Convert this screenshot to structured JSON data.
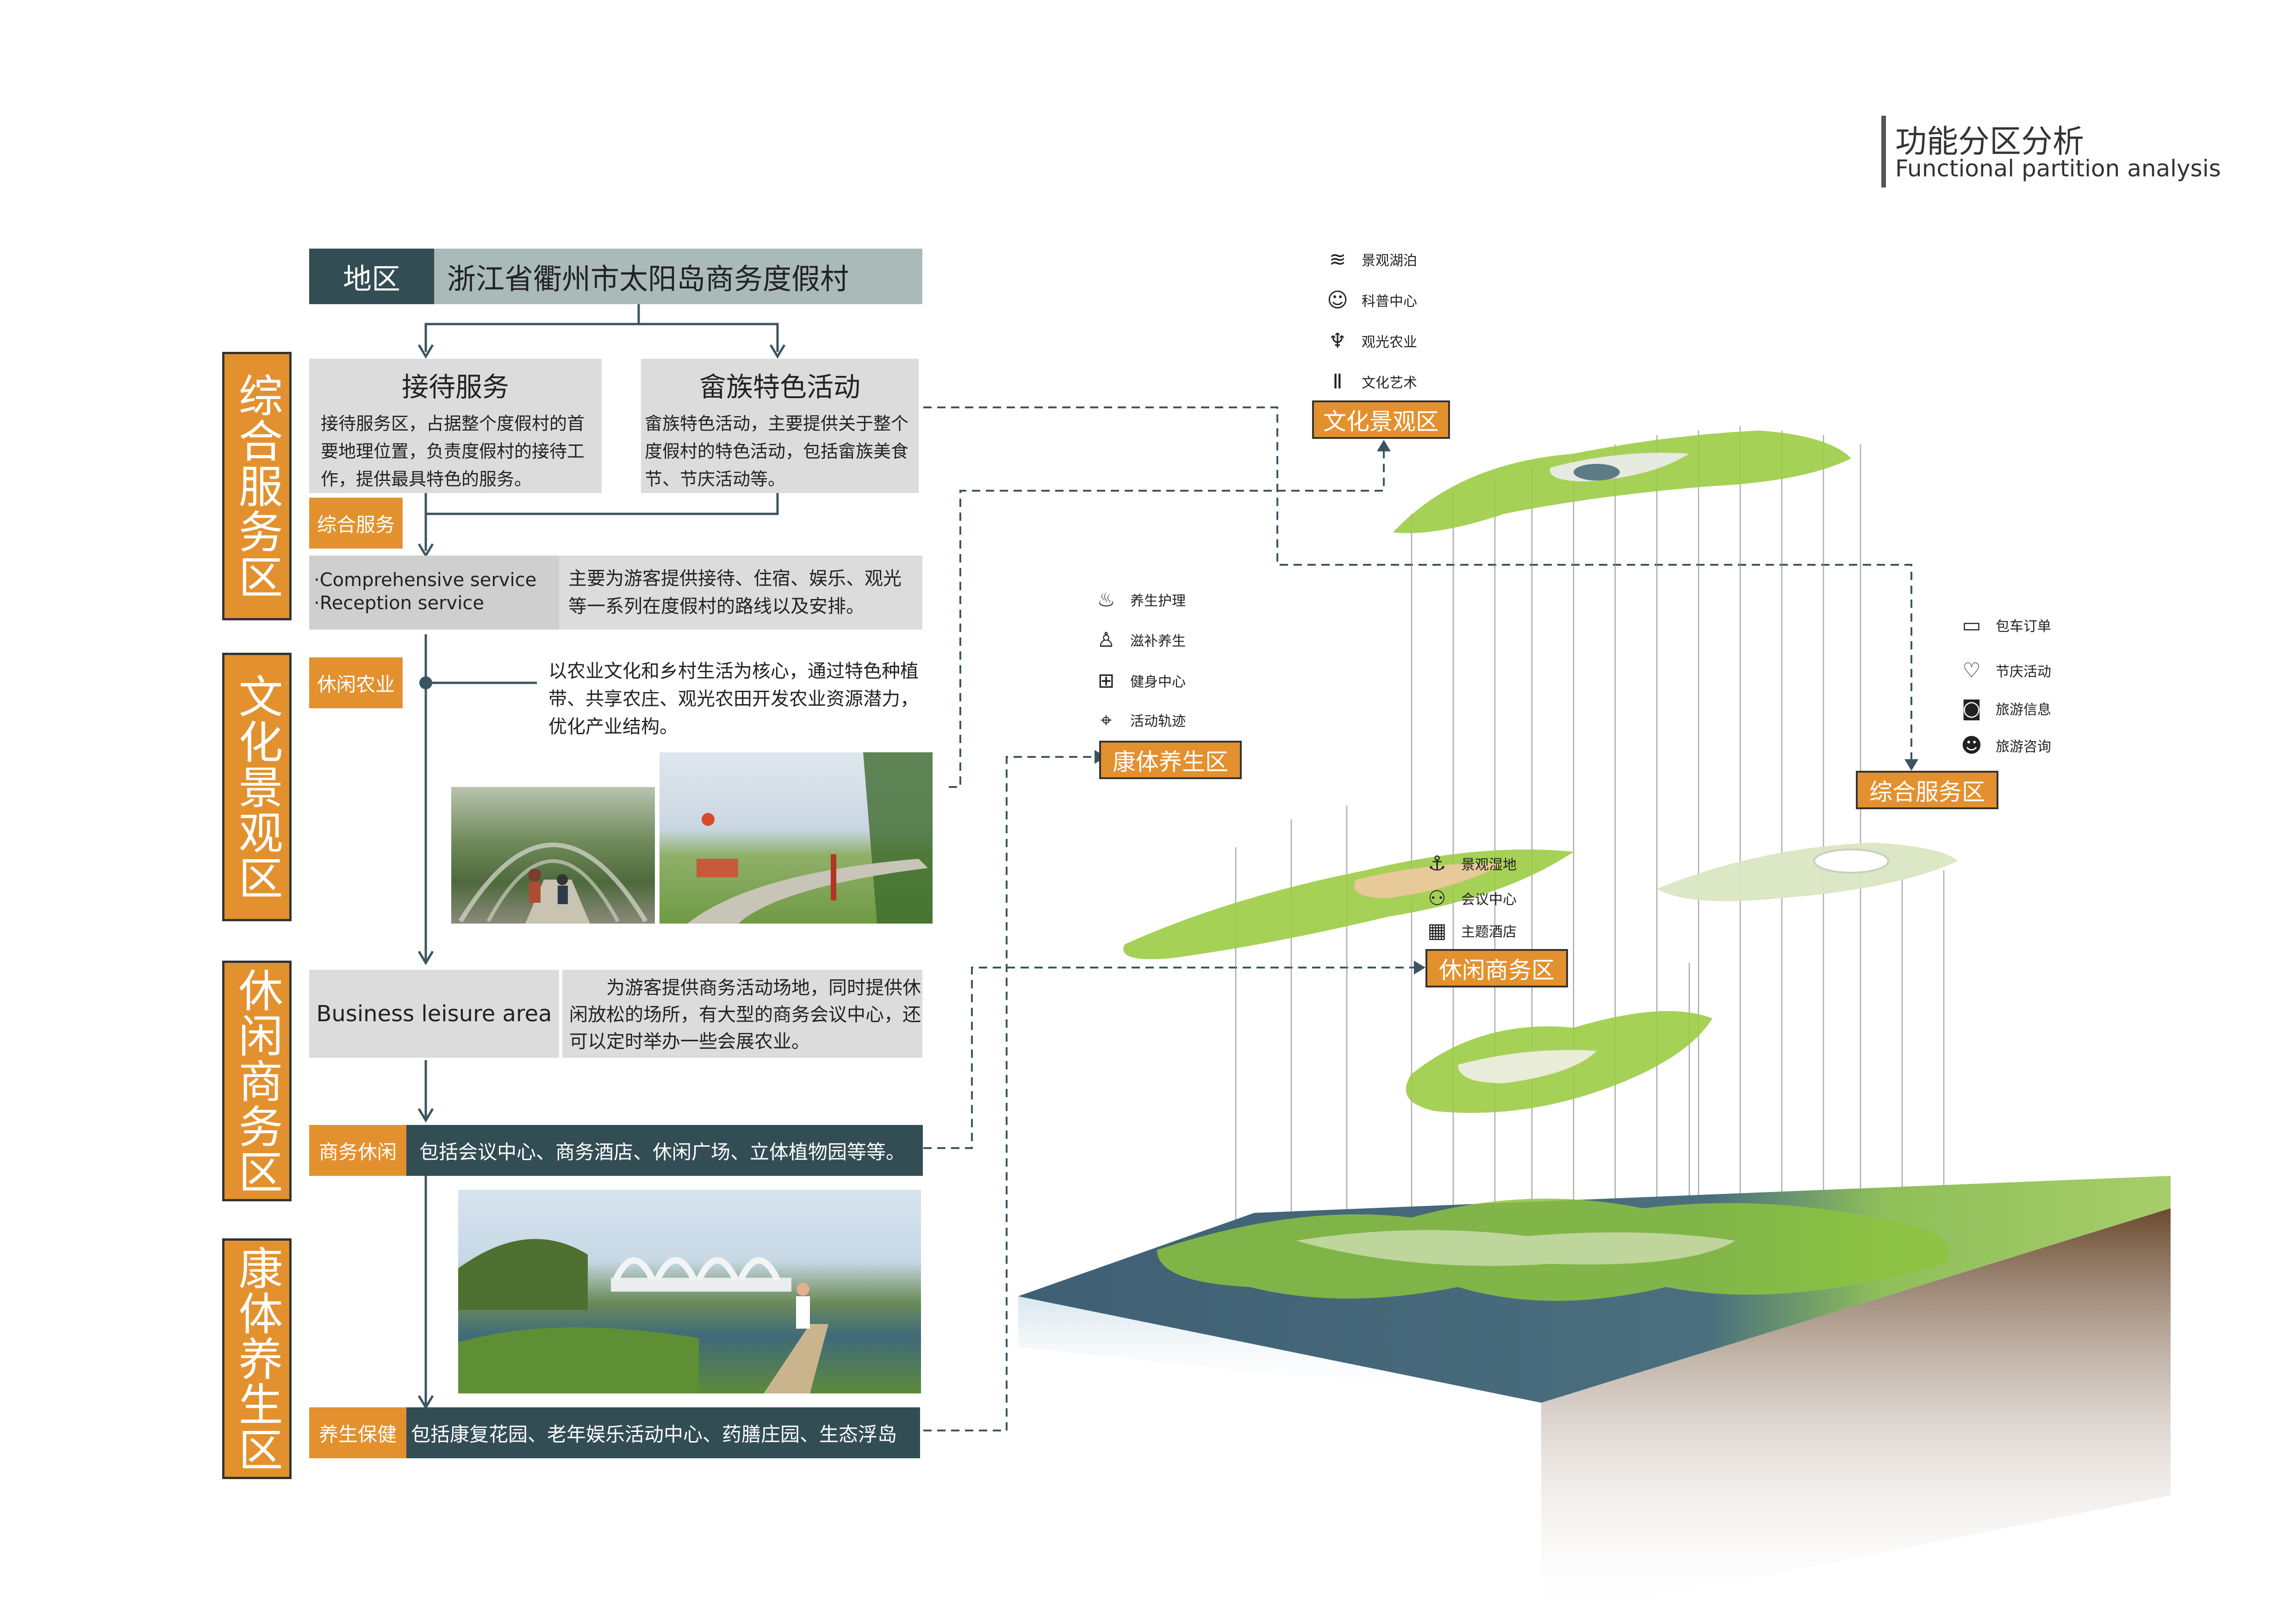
{
  "header": {
    "title_cn": "功能分区分析",
    "title_en": "Functional partition analysis"
  },
  "region": {
    "tag": "地区",
    "name": "浙江省衢州市太阳岛商务度假村"
  },
  "zones_vertical": [
    "综合服务区",
    "文化景观区",
    "休闲商务区",
    "康体养生区"
  ],
  "service": {
    "reception_title": "接待服务",
    "reception_text": "接待服务区，占据整个度假村的首要地理位置，负责度假村的接待工作，提供最具特色的服务。",
    "she_title": "畲族特色活动",
    "she_text": "畲族特色活动，主要提供关于整个度假村的特色活动，包括畲族美食节、节庆活动等。",
    "tag": "综合服务",
    "en_line1": "·Comprehensive service",
    "en_line2": "·Reception service",
    "desc": "主要为游客提供接待、住宿、娱乐、观光等一系列在度假村的路线以及安排。"
  },
  "culture": {
    "tag": "休闲农业",
    "desc": "以农业文化和乡村生活为核心，通过特色种植带、共享农庄、观光农田开发农业资源潜力，优化产业结构。"
  },
  "business": {
    "en_title": "Business leisure area",
    "desc": "为游客提供商务活动场地，同时提供休闲放松的场所，有大型的商务会议中心，还可以定时举办一些会展农业。",
    "tag": "商务休闲",
    "bar_text": "包括会议中心、商务酒店、休闲广场、立体植物园等等。"
  },
  "health": {
    "tag": "养生保健",
    "bar_text": "包括康复花园、老年娱乐活动中心、药膳庄园、生态浮岛"
  },
  "map_labels": {
    "culture": "文化景观区",
    "health": "康体养生区",
    "service": "综合服务区",
    "business": "休闲商务区"
  },
  "legend_culture": [
    {
      "icon": "lake-icon",
      "label": "景观湖泊"
    },
    {
      "icon": "person-icon",
      "label": "科普中心"
    },
    {
      "icon": "wheat-icon",
      "label": "观光农业"
    },
    {
      "icon": "column-icon",
      "label": "文化艺术"
    }
  ],
  "legend_health": [
    {
      "icon": "massage-icon",
      "label": "养生护理"
    },
    {
      "icon": "walker-icon",
      "label": "滋补养生"
    },
    {
      "icon": "dumbbell-icon",
      "label": "健身中心"
    },
    {
      "icon": "track-icon",
      "label": "活动轨迹"
    }
  ],
  "legend_service": [
    {
      "icon": "bus-icon",
      "label": "包车订单"
    },
    {
      "icon": "balloon-icon",
      "label": "节庆活动"
    },
    {
      "icon": "camera-icon",
      "label": "旅游信息"
    },
    {
      "icon": "support-icon",
      "label": "旅游咨询"
    }
  ],
  "legend_business": [
    {
      "icon": "anchor-icon",
      "label": "景观湿地"
    },
    {
      "icon": "meeting-icon",
      "label": "会议中心"
    },
    {
      "icon": "hotel-icon",
      "label": "主题酒店"
    }
  ],
  "colors": {
    "orange": "#e3912f",
    "dark": "#334d55",
    "grey": "#dcdcdc",
    "region_bg": "#a9bab9"
  }
}
